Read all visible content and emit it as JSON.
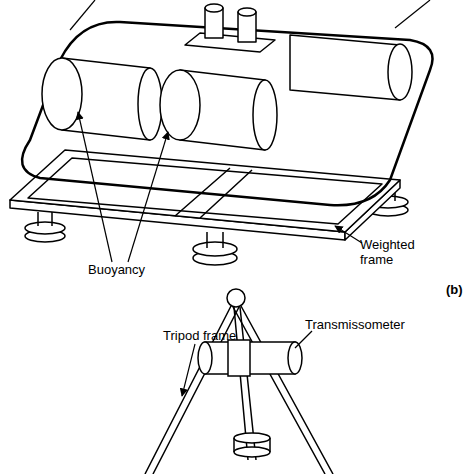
{
  "diagram": {
    "labels": [
      "Buoyancy",
      "Weighted frame",
      "(b)",
      "Transmissometer",
      "Tripod frame"
    ]
  }
}
